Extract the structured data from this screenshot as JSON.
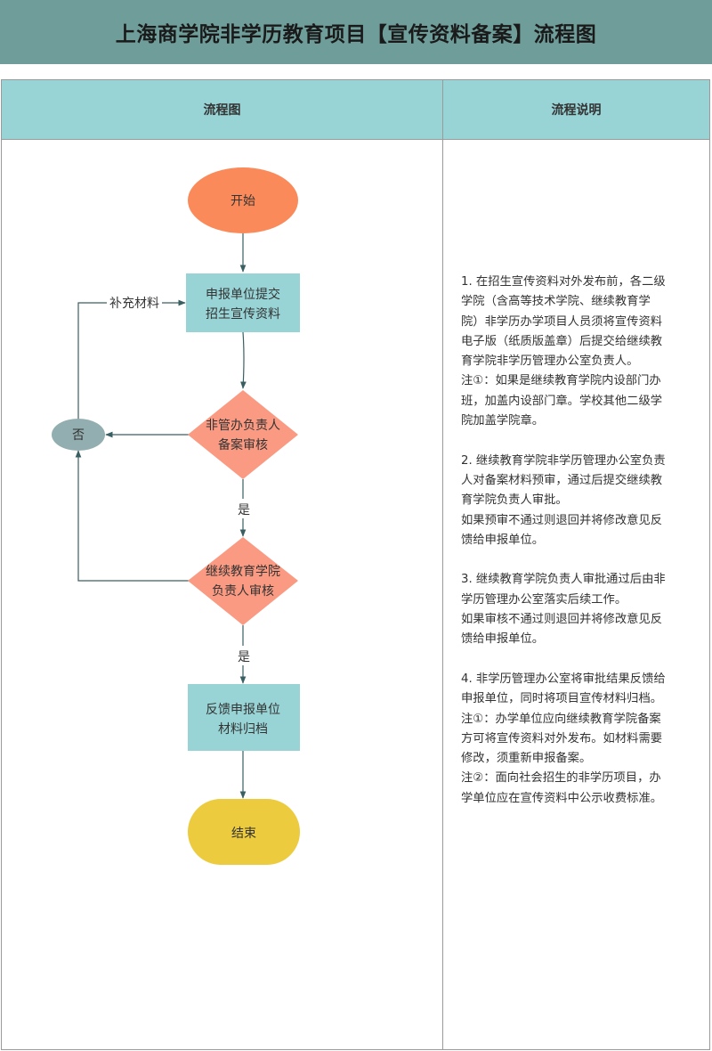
{
  "title": "上海商学院非学历教育项目【宣传资料备案】流程图",
  "headers": {
    "flowchart": "流程图",
    "description": "流程说明"
  },
  "colors": {
    "title_bg": "#6f9e9a",
    "header_bg": "#98d4d6",
    "start": "#fb8a5a",
    "process": "#98d4d6",
    "decision": "#fb9a82",
    "reject": "#93aeb0",
    "end": "#eccb3e"
  },
  "flow": {
    "start": "开始",
    "submit": [
      "申报单位提交",
      "招生宣传资料"
    ],
    "review1": [
      "非管办负责人",
      "备案审核"
    ],
    "review2": [
      "继续教育学院",
      "负责人审核"
    ],
    "feedback": [
      "反馈申报单位",
      "材料归档"
    ],
    "end": "结束",
    "reject": "否",
    "yes1": "是",
    "yes2": "是",
    "supplement": "补充材料"
  },
  "description": [
    [
      "1. 在招生宣传资料对外发布前，各二级",
      "学院（含高等技术学院、继续教育学",
      "院）非学历办学项目人员须将宣传资料",
      "电子版（纸质版盖章）后提交给继续教",
      "育学院非学历管理办公室负责人。",
      "注①：如果是继续教育学院内设部门办",
      "班，加盖内设部门章。学校其他二级学",
      "院加盖学院章。"
    ],
    [
      "2. 继续教育学院非学历管理办公室负责",
      "人对备案材料预审，通过后提交继续教",
      "育学院负责人审批。",
      "如果预审不通过则退回并将修改意见反",
      "馈给申报单位。"
    ],
    [
      "3. 继续教育学院负责人审批通过后由非",
      "学历管理办公室落实后续工作。",
      "如果审核不通过则退回并将修改意见反",
      "馈给申报单位。"
    ],
    [
      "4. 非学历管理办公室将审批结果反馈给",
      "申报单位，同时将项目宣传材料归档。",
      "注①：办学单位应向继续教育学院备案",
      "方可将宣传资料对外发布。如材料需要",
      "修改，须重新申报备案。",
      "注②：面向社会招生的非学历项目，办",
      "学单位应在宣传资料中公示收费标准。"
    ]
  ]
}
